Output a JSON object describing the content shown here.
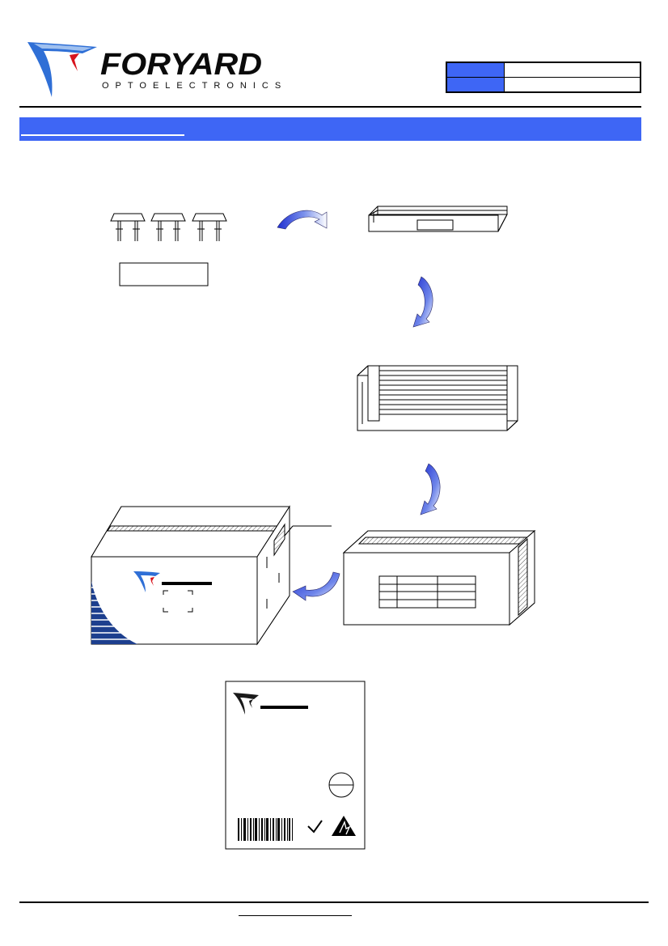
{
  "header": {
    "logo": {
      "brand": "FORYARD",
      "tagline": "OPTOELECTRONICS",
      "colors": {
        "brand_text": "#0b0b0b",
        "swoosh": "#2f6fd6",
        "accent": "#d8141d"
      }
    },
    "info_table": {
      "rows": [
        {
          "label": "",
          "value": ""
        },
        {
          "label": "",
          "value": ""
        }
      ],
      "header_color": "#3e66f5"
    }
  },
  "section": {
    "title": "",
    "bar_color": "#3e66f5"
  },
  "diagram": {
    "steps": [
      {
        "name": "components",
        "icon": "component-icon"
      },
      {
        "name": "tube",
        "icon": "tube-icon"
      },
      {
        "name": "tube-bundle",
        "icon": "tube-bundle-icon"
      },
      {
        "name": "inner-box",
        "icon": "inner-box-icon"
      },
      {
        "name": "carton",
        "icon": "carton-icon"
      }
    ],
    "arrow_color": "#3348d8",
    "label_icons": [
      "barcode-icon",
      "checkmark-icon",
      "esd-warning-icon",
      "circle-symbol-icon"
    ]
  },
  "footer": {
    "text": ""
  }
}
